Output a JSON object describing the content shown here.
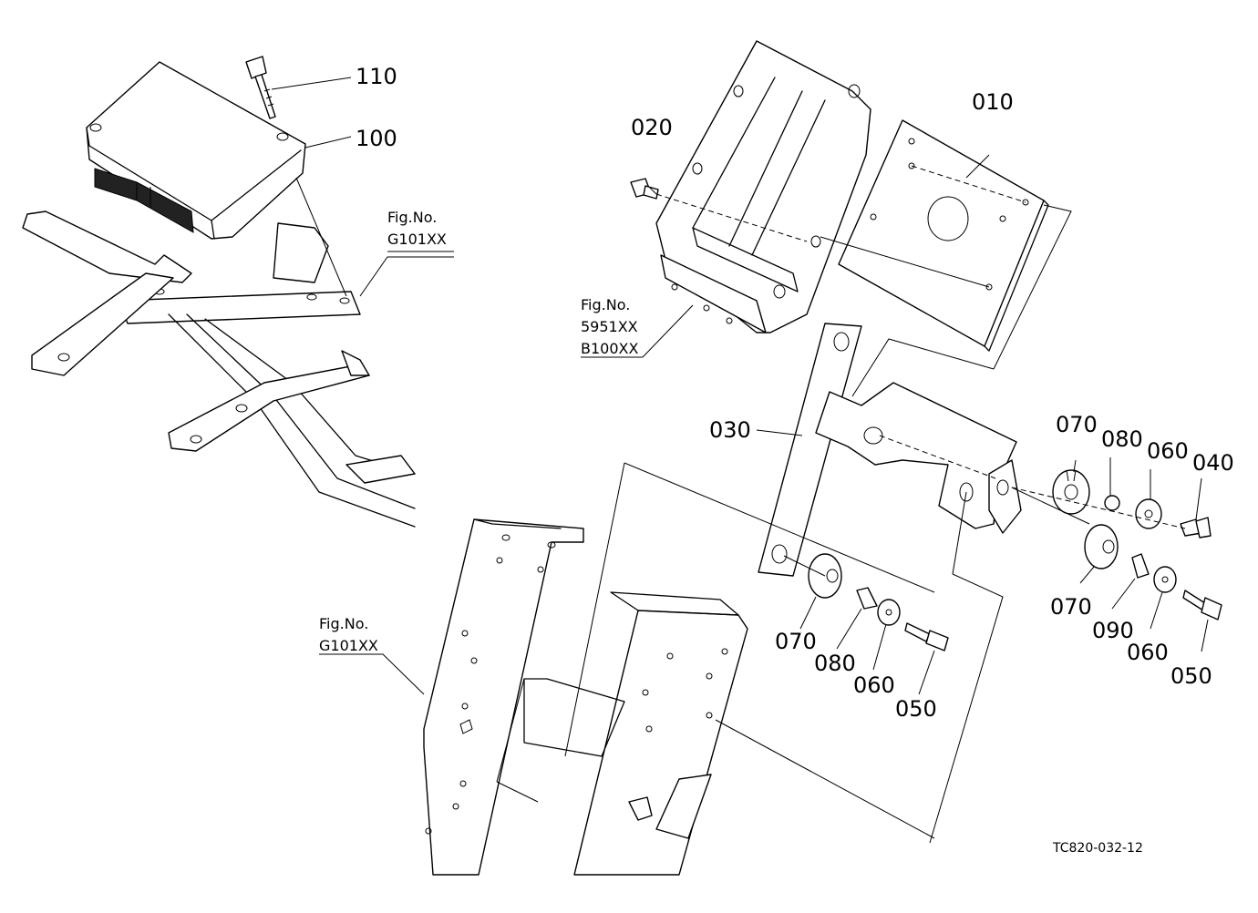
{
  "parts": {
    "p010": "010",
    "p020": "020",
    "p030": "030",
    "p040": "040",
    "p050a": "050",
    "p050b": "050",
    "p060a": "060",
    "p060b": "060",
    "p060c": "060",
    "p070a": "070",
    "p070b": "070",
    "p070c": "070",
    "p080a": "080",
    "p080b": "080",
    "p090": "090",
    "p100": "100",
    "p110": "110"
  },
  "fig_refs": {
    "ref1_label": "Fig.No.",
    "ref1_code": "G101XX",
    "ref2_label": "Fig.No.",
    "ref2_code1": "5951XX",
    "ref2_code2": "B100XX",
    "ref3_label": "Fig.No.",
    "ref3_code": "G101XX"
  },
  "drawing_code": "TC820-032-12"
}
